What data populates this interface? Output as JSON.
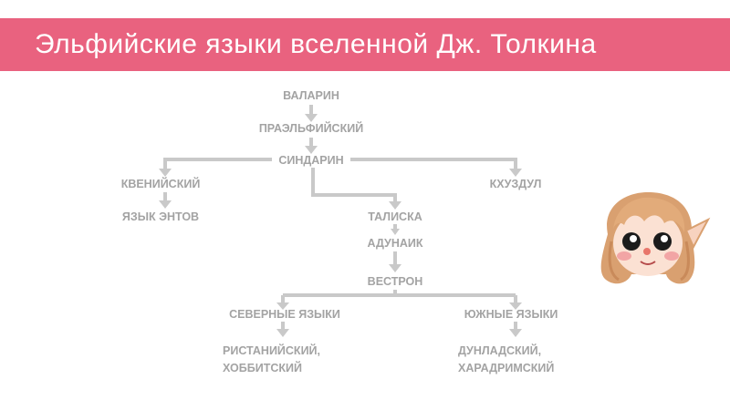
{
  "slide": {
    "title": "Эльфийские языки вселенной Дж. Толкина"
  },
  "tree": {
    "nodes": {
      "valarin": "ВАЛАРИН",
      "proto_elvish": "ПРАЭЛЬФИЙСКИЙ",
      "sindarin": "СИНДАРИН",
      "quenya": "КВЕНИЙСКИЙ",
      "khuzdul": "КХУЗДУЛ",
      "entish": "ЯЗЫК ЭНТОВ",
      "taliska": "ТАЛИСКА",
      "adunaic": "АДУНАИК",
      "westron": "ВЕСТРОН",
      "northern": "СЕВЕРНЫЕ ЯЗЫКИ",
      "southern": "ЮЖНЫЕ ЯЗЫКИ",
      "northern_children_1": "РИСТАНИЙСКИЙ,",
      "northern_children_2": "ХОББИТСКИЙ",
      "southern_children_1": "ДУНЛАДСКИЙ,",
      "southern_children_2": "ХАРАДРИМСКИЙ"
    },
    "edge_color": "#c9c9c9",
    "label_color": "#a3a3a3"
  },
  "theme": {
    "accent": "#e9627f"
  }
}
